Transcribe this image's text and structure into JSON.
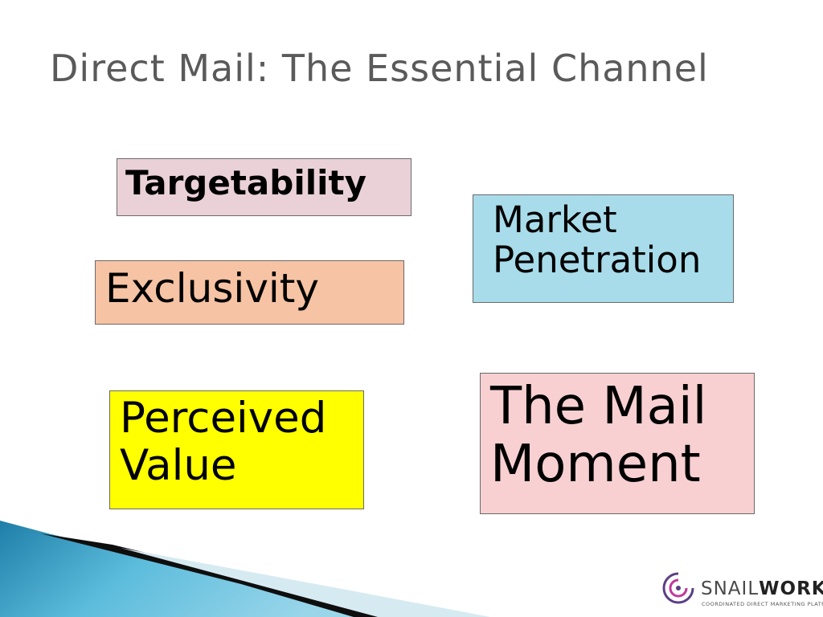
{
  "slide": {
    "title": "Direct Mail:  The Essential Channel",
    "boxes": {
      "targetability": "Targetability",
      "exclusivity": "Exclusivity",
      "market_line1": "Market",
      "market_line2": "Penetration",
      "perceived_line1": "Perceived",
      "perceived_line2": "Value",
      "mail_line1": "The Mail",
      "mail_line2": "Moment"
    },
    "logo": {
      "word_light": "SNAIL",
      "word_bold": "WORKS",
      "tagline": "COORDINATED DIRECT MARKETING PLATFORM"
    }
  },
  "colors": {
    "title": "#5a5a5a",
    "targetability_bg": "#ead1d8",
    "exclusivity_bg": "#f6c3a4",
    "market_bg": "#a8dcea",
    "perceived_bg": "#ffff00",
    "mail_bg": "#f8d0d2",
    "swoosh_blue": "#2a8db5"
  }
}
